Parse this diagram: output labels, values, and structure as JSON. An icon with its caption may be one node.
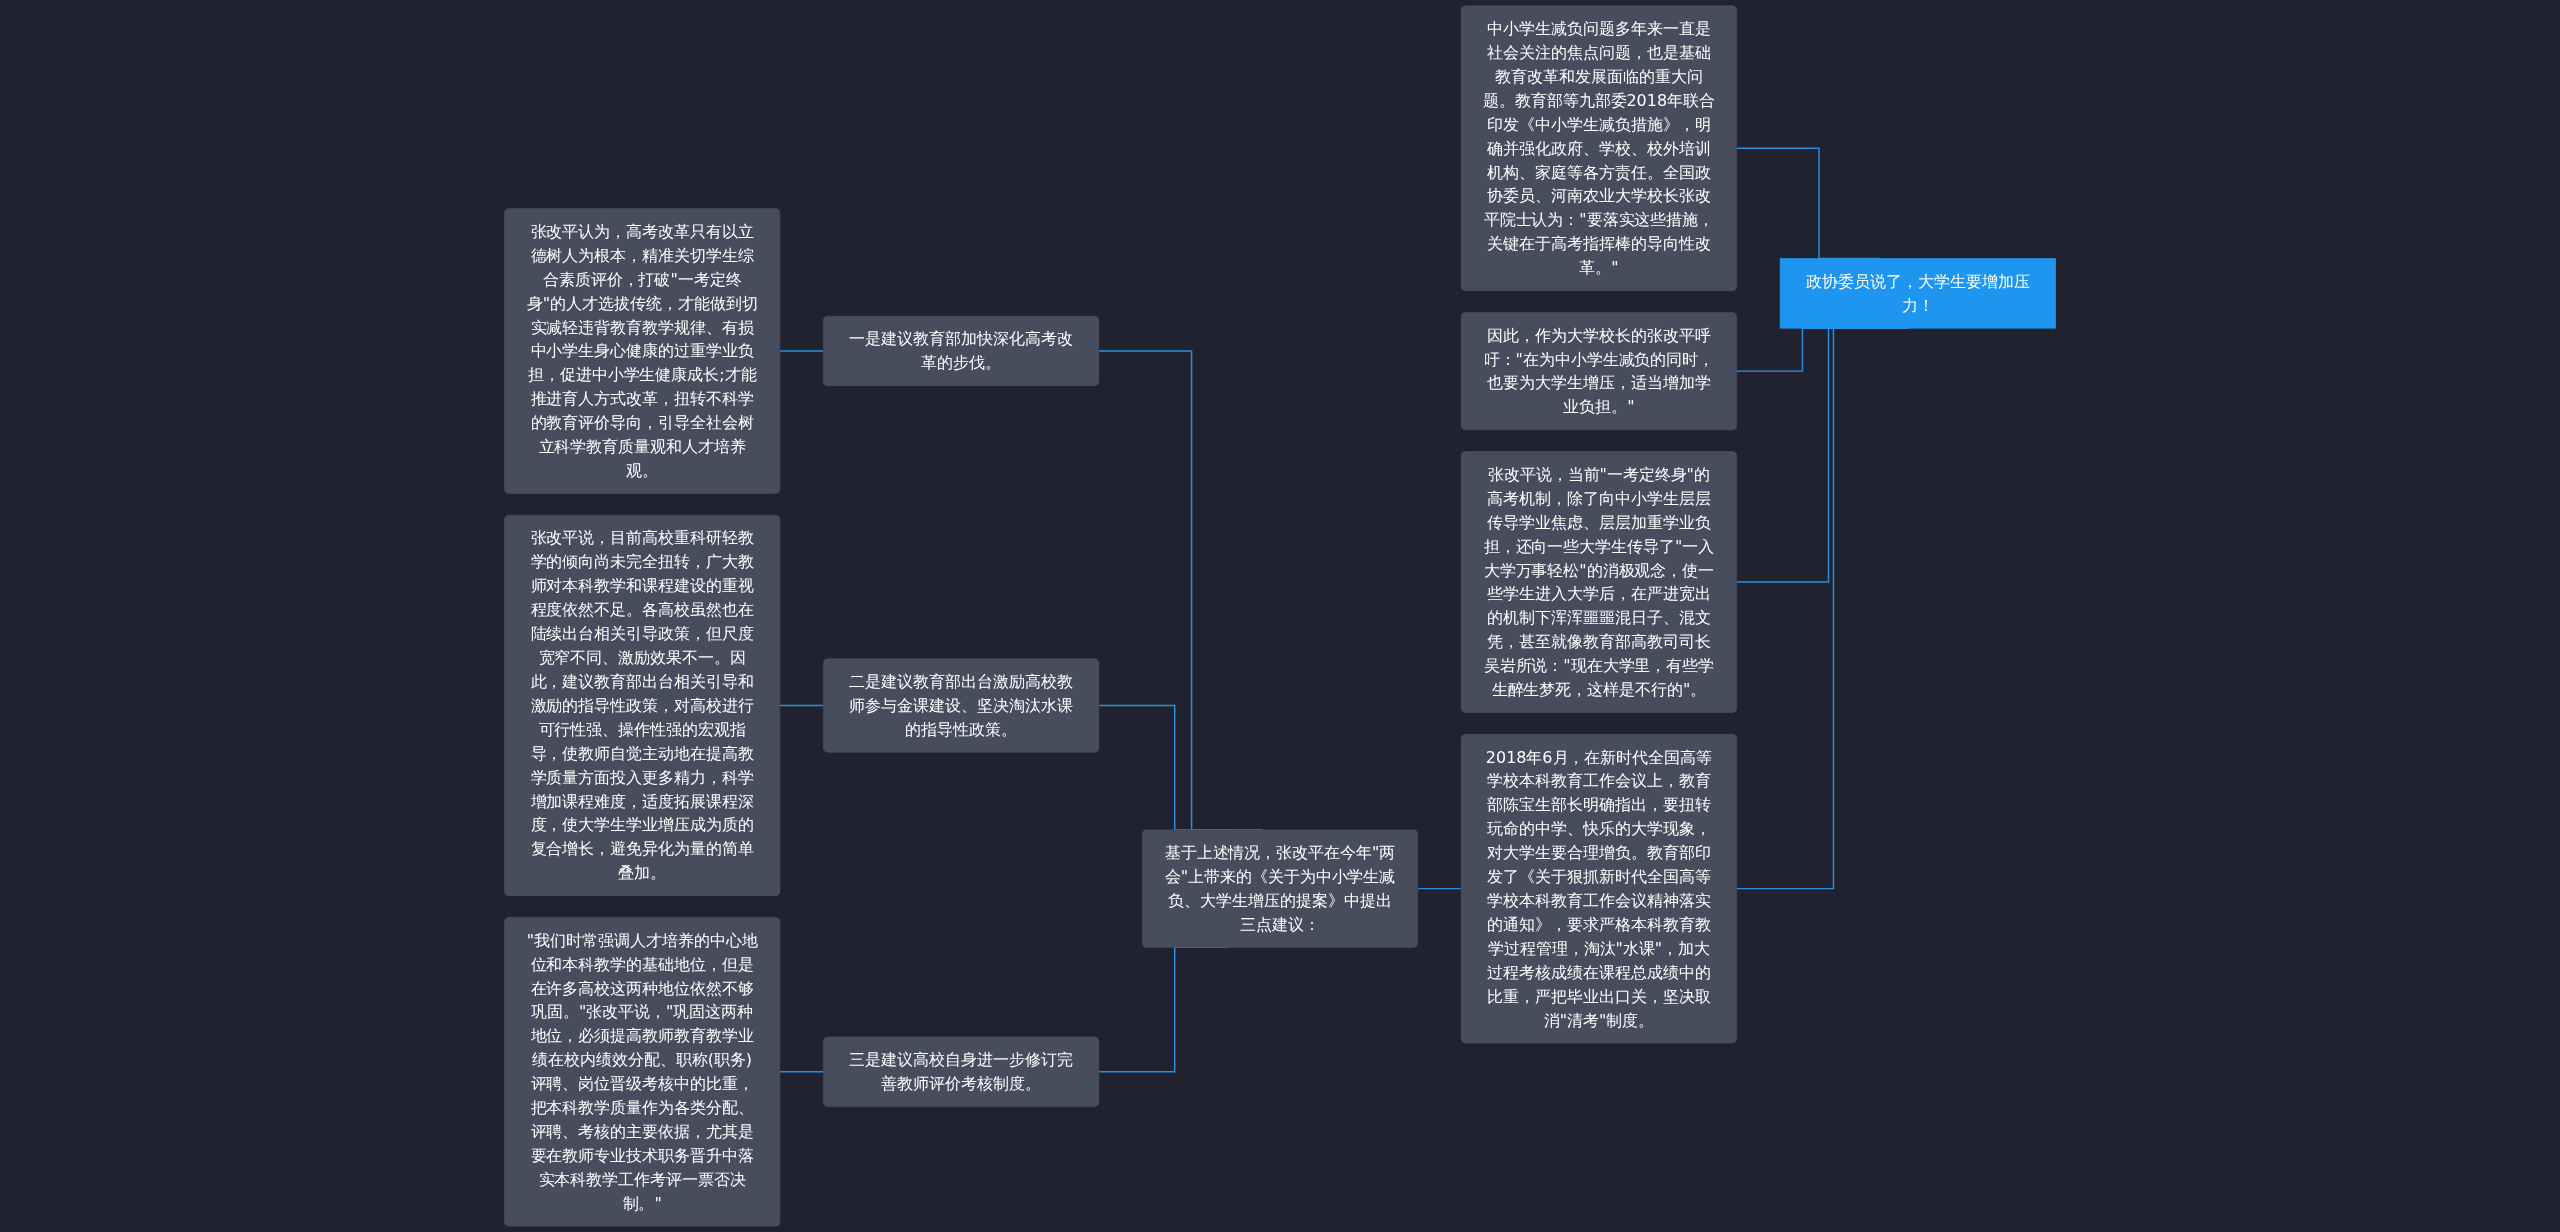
{
  "diagram": {
    "nodes": [
      {
        "text": [
          "政协委员说了，大学生要增加压力！"
        ]
      },
      {
        "text": [
          "中小学生减负问题多年来一直是社会关注的焦点问题，也是基础教育改革和发展面临的重大问题。教育部等九部委2018年联合印发《中小学生减负措施》，明确并强化政府、学校、校外培训机构、家庭等各方责任。全国政协委员、河南农业大学校长张改平院士认为：\"要落实这些措施，关键在于高考指挥棒的导向性改革。\""
        ]
      },
      {
        "text": [
          "因此，作为大学校长的张改平呼吁：\"在为中小学生减负的同时，也要为大学生增压，适当增加学业负担。\""
        ]
      },
      {
        "text": [
          "张改平说，当前\"一考定终身\"的高考机制，除了向中小学生层层传导学业焦虑、层层加重学业负担，还向一些大学生传导了\"一入大学万事轻松\"的消极观念，使一些学生进入大学后，在严进宽出的机制下浑浑噩噩混日子、混文凭，甚至就像教育部高教司司长吴岩所说：\"现在大学里，有些学生醉生梦死，这样是不行的\"。"
        ]
      },
      {
        "text": [
          "2018年6月，在新时代全国高等学校本科教育工作会议上，教育部陈宝生部长明确指出，要扭转玩命的中学、快乐的大学现象，对大学生要合理增负。教育部印发了《关于狠抓新时代全国高等学校本科教育工作会议精神落实的通知》，要求严格本科教育教学过程管理，淘汰\"水课\"，加大过程考核成绩在课程总成绩中的比重，严把毕业出口关，坚决取消\"清考\"制度。"
        ]
      },
      {
        "text": [
          "基于上述情况，张改平在今年\"两会\"上带来的《关于为中小学生减负、大学生增压的提案》中提出三点建议："
        ]
      },
      {
        "text": [
          "一是建议教育部加快深化高考改革的步伐。"
        ]
      },
      {
        "text": [
          "张改平认为，高考改革只有以立德树人为根本，精准关切学生综合素质评价，打破\"一考定终身\"的人才选拔传统，才能做到切实减轻违背教育教学规律、有损中小学生身心健康的过重学业负担，促进中小学生健康成长;才能推进育人方式改革，扭转不科学的教育评价导向，引导全社会树立科学教育质量观和人才培养观。"
        ]
      },
      {
        "text": [
          "二是建议教育部出台激励高校教师参与金课建设、坚决淘汰水课的指导性政策。"
        ]
      },
      {
        "text": [
          "张改平说，目前高校重科研轻教学的倾向尚未完全扭转，广大教师对本科教学和课程建设的重视程度依然不足。各高校虽然也在陆续出台相关引导政策，但尺度宽窄不同、激励效果不一。因此，建议教育部出台相关引导和激励的指导性政策，对高校进行可行性强、操作性强的宏观指导，使教师自觉主动地在提高教学质量方面投入更多精力，科学增加课程难度，适度拓展课程深度，使大学生学业增压成为质的复合增长，避免异化为量的简单叠加。"
        ]
      },
      {
        "text": [
          "三是建议高校自身进一步修订完善教师评价考核制度。"
        ]
      },
      {
        "text": [
          "\"我们时常强调人才培养的中心地位和本科教学的基础地位，但是在许多高校这两种地位依然不够巩固。\"张改平说，\"巩固这两种地位，必须提高教师教育教学业绩在校内绩效分配、职称(职务)评聘、岗位晋级考核中的比重，把本科教学质量作为各类分配、评聘、考核的主要依据，尤其是要在教师专业技术职务晋升中落实本科教学工作考评一票否决制。\""
        ]
      }
    ],
    "edges": [
      {
        "from": 0,
        "to": 1,
        "arrow": "none"
      },
      {
        "from": 0,
        "to": 2,
        "arrow": "none"
      },
      {
        "from": 0,
        "to": 3,
        "arrow": "none"
      },
      {
        "from": 0,
        "to": 4,
        "arrow": "none"
      },
      {
        "from": 4,
        "to": 5,
        "arrow": "none"
      },
      {
        "from": 5,
        "to": 6,
        "arrow": "none"
      },
      {
        "from": 6,
        "to": 7,
        "arrow": "none"
      },
      {
        "from": 5,
        "to": 8,
        "arrow": "none"
      },
      {
        "from": 8,
        "to": 9,
        "arrow": "none"
      },
      {
        "from": 5,
        "to": 10,
        "arrow": "none"
      },
      {
        "from": 10,
        "to": 11,
        "arrow": "none"
      }
    ]
  }
}
